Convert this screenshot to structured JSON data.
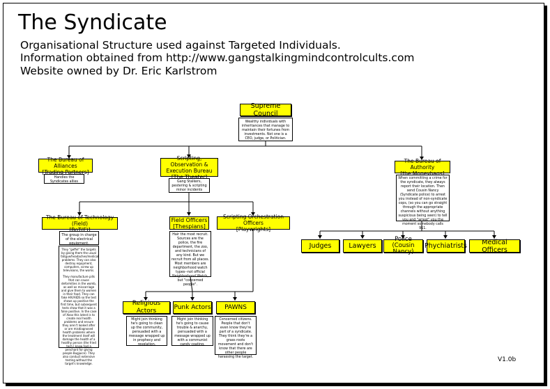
{
  "header": {
    "title": "The Syndicate",
    "line1": "Organisational Structure used against Targeted Individuals.",
    "line2": "Information obtained from http://www.gangstalkingmindcontrolcults.com",
    "line3": "Website owned by Dr. Eric Karlstrom"
  },
  "nodes": {
    "supreme": {
      "label": "Supreme Council",
      "note": "Wealthy individuals with inheritances that manage to maintain their fortunes from investments. Not one is a CEO, judge, or Politician."
    },
    "alliances": {
      "line1": "The Bureau of Alliances",
      "line2": "[Trading Partners]",
      "note": "Handles the Syndicates allies"
    },
    "theater": {
      "line1": "Scripting, Observation &",
      "line2": "Execution Bureau",
      "line3": "[The Theater]",
      "note": "Gang Stalkers, pestering & scripting minor incidents"
    },
    "moneybags": {
      "line1": "The Bureau of Authority",
      "line2": "[the Moneybags]",
      "note": "When committing a crime for the syndicate, they always report their location. Then send Cousin Nancy (Syndicate police) to arrest you instead of non-syndicate cops, (so you can go straight through the appropriate channels without anything suspicious being seen) to tell you and \"arrest\" you the moment somebody calls 911."
    },
    "technology": {
      "line1": "The Bureau of Technology (Field)",
      "line2": "[BoT(F)]",
      "note1": "The group in charge of the electrical equipment.",
      "note2a": "They \"geffel\" the targets by giving them the usual fatigue/headaches/medical problems. They can also destroy equipment, computers, screw up televisions, the works.",
      "note2b": "They manufacture pills that can cause deformities in the womb, as well as miscarriage and give them to women in their food. They can fake HIV/AIDS so the test shows up positive the first time, but subsequent tests show that it was a false positive. In the case of Xeax this latest is to create real health problems and ensure they aren't looked after or are misdiagnosed health problems where the treatment itself will damage the health of a healthy person (the fried tech I know had a penchant for giving people Bugjuice). They also conduct extensive testing without the target's knowledge."
    },
    "field_officers": {
      "line1": "Field Officers",
      "line2": "[Thespians]",
      "note": "Hair the most recruit. Sources are the police, the fire department, the zoo, and technicians of any kind. But we recruit from all places. Most members are neighborhood watch types--not official Neighborhood Watch, but \"concerned people\"."
    },
    "playwrights": {
      "line1": "Scripting Orchestration Officers",
      "line2": "[Playwrights]"
    },
    "religious": {
      "label": "Religious Actors",
      "note": "Might join thinking he's going to clean up the community, persuaded with a message wrapped up in prophecy and revelation."
    },
    "punk": {
      "label": "Punk Actors",
      "note": "Might join thinking he's going to cause trouble & anarchy, persuaded with a message wrapped up with a communist candy coating."
    },
    "pawns": {
      "label": "PAWNS",
      "note": "Concerned citizens. People that don't even know they're part of a syndicate. They think they're a grass roots movement and don't know that there are other people harassing the target."
    },
    "judges": {
      "label": "Judges"
    },
    "lawyers": {
      "label": "Lawyers"
    },
    "police": {
      "line1": "Police",
      "line2": "(Cousin Nancy)"
    },
    "psychiatrists": {
      "label": "Phychiatrists"
    },
    "medical": {
      "label": "Medical Officers"
    }
  },
  "version": "V1.0b",
  "colors": {
    "node_fill": "#ffff00",
    "border": "#000000"
  }
}
